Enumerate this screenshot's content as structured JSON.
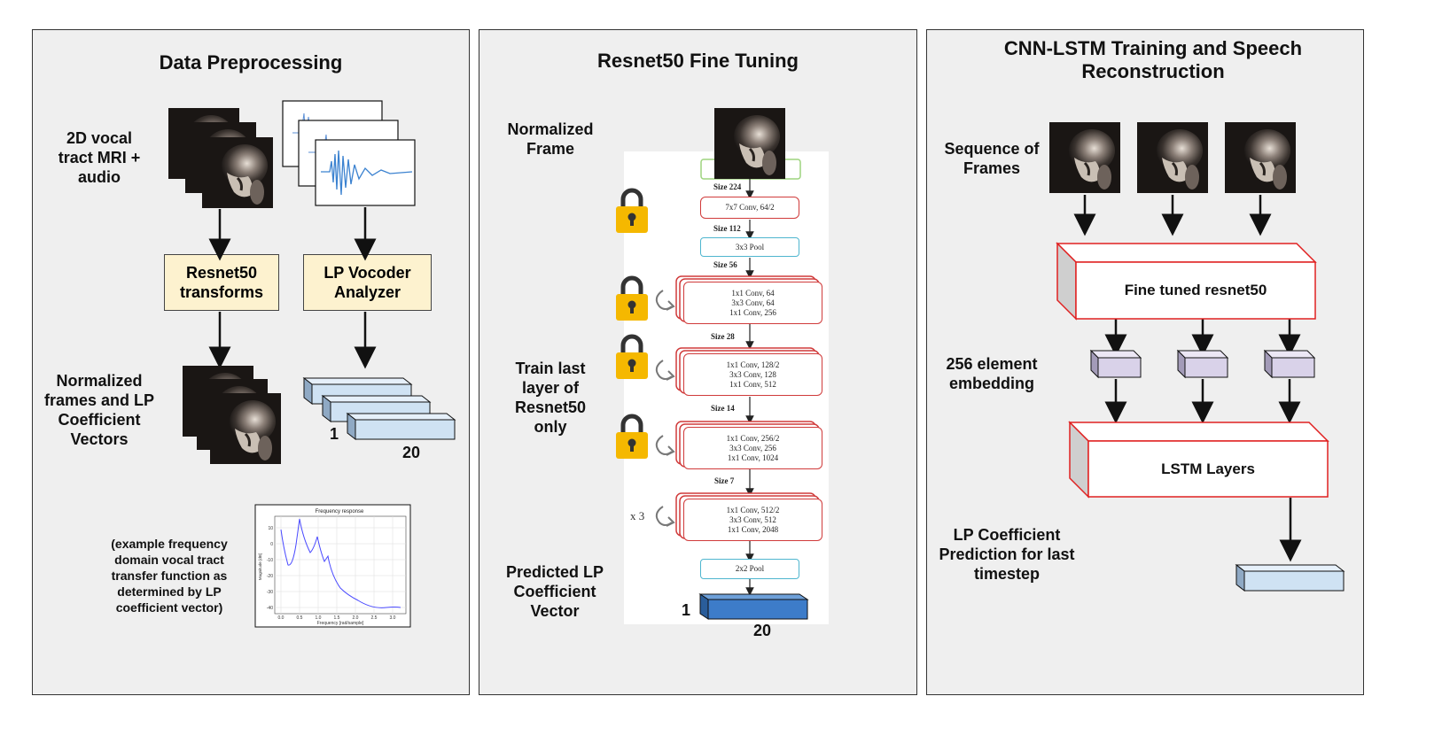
{
  "panels": [
    {
      "title": "Data Preprocessing",
      "input_label": "2D vocal tract MRI + audio",
      "box_resnet": "Resnet50 transforms",
      "box_lp": "LP Vocoder Analyzer",
      "output_label": "Normalized frames and LP Coefficient Vectors",
      "vector_dim_1": "1",
      "vector_dim_20": "20",
      "note": "(example frequency domain vocal tract transfer function as determined by LP coefficient vector)",
      "plot": {
        "title": "Frequency response",
        "xlabel": "Frequency [rad/sample]",
        "ylabel": "Magnitude [dB]",
        "xticks": [
          "0.0",
          "0.5",
          "1.0",
          "1.5",
          "2.0",
          "2.5",
          "3.0"
        ],
        "yticks": [
          "10",
          "0",
          "-10",
          "-20",
          "-30",
          "-40"
        ]
      }
    },
    {
      "title": "Resnet50 Fine Tuning",
      "label_input": "Normalized Frame",
      "label_train": "Train last layer of Resnet50 only",
      "label_output": "Predicted LP Coefficient Vector",
      "vector_dim_1": "1",
      "vector_dim_20": "20",
      "sizes": [
        "Size 224",
        "Size 112",
        "Size 56",
        "Size 28",
        "Size 14",
        "Size 7"
      ],
      "conv1": "7x7 Conv, 64/2",
      "pool1": "3x3 Pool",
      "block1": [
        "1x1 Conv, 64",
        "3x3 Conv, 64",
        "1x1 Conv, 256"
      ],
      "block2": [
        "1x1 Conv, 128/2",
        "3x3 Conv, 128",
        "1x1 Conv, 512"
      ],
      "block3": [
        "1x1 Conv, 256/2",
        "3x3 Conv, 256",
        "1x1 Conv, 1024"
      ],
      "block4": [
        "1x1 Conv, 512/2",
        "3x3 Conv, 512",
        "1x1 Conv, 2048"
      ],
      "repeat": "x 3",
      "pool2": "2x2 Pool"
    },
    {
      "title": "CNN-LSTM Training and Speech Reconstruction",
      "label_frames": "Sequence of Frames",
      "box_resnet": "Fine tuned resnet50",
      "label_embedding": "256 element embedding",
      "box_lstm": "LSTM Layers",
      "label_output": "LP Coefficient Prediction for last timestep"
    }
  ],
  "colors": {
    "panel_bg": "#efefef",
    "yellow_box": "#fdf2cf",
    "conv_border": "#d03b3b",
    "pool_border": "#4fb6cf",
    "vector_light": "#cfe2f3",
    "vector_dark": "#3d7cc9",
    "embedding": "#d9d2e9",
    "lock": "#f5b800"
  }
}
